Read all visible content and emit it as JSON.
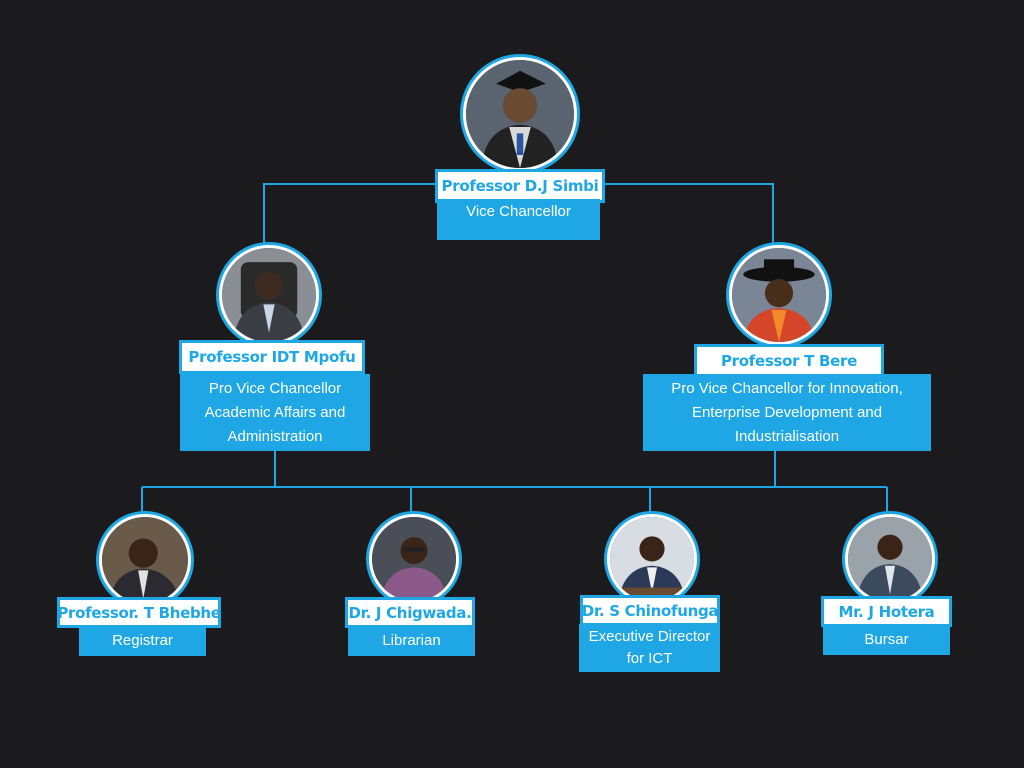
{
  "colors": {
    "background": "#1b1b1d",
    "accent": "#1ea7e4",
    "name_bg": "#ffffff"
  },
  "top": {
    "name": "Professor D.J Simbi",
    "role": "Vice Chancellor"
  },
  "level2": [
    {
      "name": "Professor IDT Mpofu",
      "role": "Pro Vice Chancellor Academic Affairs and Administration"
    },
    {
      "name": "Professor T Bere",
      "role": "Pro Vice Chancellor for Innovation, Enterprise Development and Industrialisation"
    }
  ],
  "level3": [
    {
      "name": "Professor. T Bhebhe",
      "role": "Registrar"
    },
    {
      "name": "Dr. J Chigwada.",
      "role": "Librarian"
    },
    {
      "name": "Dr. S Chinofunga",
      "role": "Executive Director for ICT"
    },
    {
      "name": "Mr. J Hotera",
      "role": "Bursar"
    }
  ]
}
